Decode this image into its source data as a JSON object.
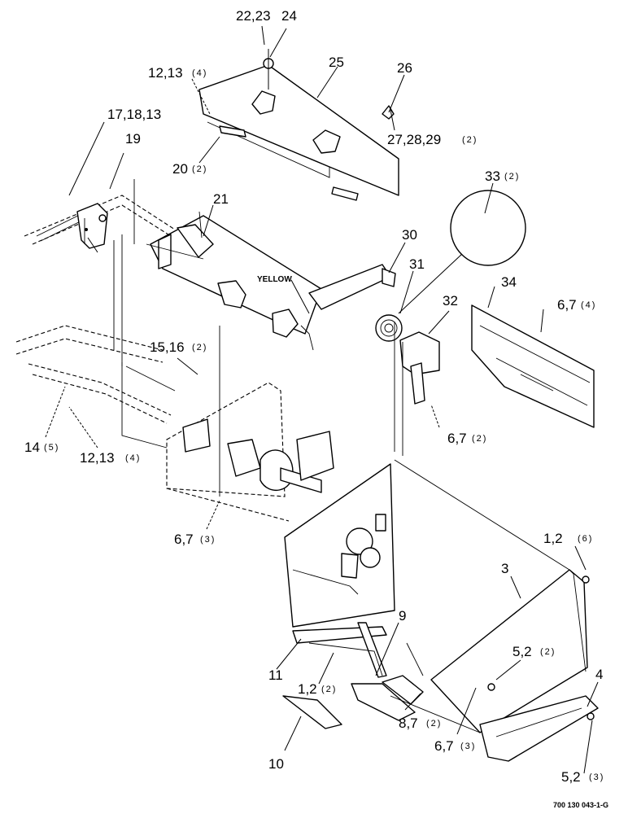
{
  "diagram": {
    "drawing_code": "700 130 043-1-G",
    "color_note": "YELLOW",
    "callouts": [
      {
        "id": "c1",
        "label": "22,23",
        "qty": ""
      },
      {
        "id": "c2",
        "label": "24",
        "qty": ""
      },
      {
        "id": "c3",
        "label": "12,13",
        "qty": "(4)"
      },
      {
        "id": "c4",
        "label": "25",
        "qty": ""
      },
      {
        "id": "c5",
        "label": "26",
        "qty": ""
      },
      {
        "id": "c6",
        "label": "17,18,13",
        "qty": ""
      },
      {
        "id": "c7",
        "label": "19",
        "qty": ""
      },
      {
        "id": "c8",
        "label": "27,28,29",
        "qty": "(2)"
      },
      {
        "id": "c9",
        "label": "20",
        "qty": "(2)"
      },
      {
        "id": "c10",
        "label": "21",
        "qty": ""
      },
      {
        "id": "c11",
        "label": "33",
        "qty": "(2)"
      },
      {
        "id": "c12",
        "label": "30",
        "qty": ""
      },
      {
        "id": "c13",
        "label": "31",
        "qty": ""
      },
      {
        "id": "c14",
        "label": "34",
        "qty": ""
      },
      {
        "id": "c15",
        "label": "32",
        "qty": ""
      },
      {
        "id": "c16",
        "label": "6,7",
        "qty": "(4)"
      },
      {
        "id": "c17",
        "label": "15,16",
        "qty": "(2)"
      },
      {
        "id": "c18",
        "label": "6,7",
        "qty": "(2)"
      },
      {
        "id": "c19",
        "label": "14",
        "qty": "(5)"
      },
      {
        "id": "c20",
        "label": "12,13",
        "qty": "(4)"
      },
      {
        "id": "c21",
        "label": "6,7",
        "qty": "(3)"
      },
      {
        "id": "c22",
        "label": "1,2",
        "qty": "(6)"
      },
      {
        "id": "c23",
        "label": "3",
        "qty": ""
      },
      {
        "id": "c24",
        "label": "9",
        "qty": ""
      },
      {
        "id": "c25",
        "label": "11",
        "qty": ""
      },
      {
        "id": "c26",
        "label": "5,2",
        "qty": "(2)"
      },
      {
        "id": "c27",
        "label": "4",
        "qty": ""
      },
      {
        "id": "c28",
        "label": "1,2",
        "qty": "(2)"
      },
      {
        "id": "c29",
        "label": "8,7",
        "qty": "(2)"
      },
      {
        "id": "c30",
        "label": "6,7",
        "qty": "(3)"
      },
      {
        "id": "c31",
        "label": "10",
        "qty": ""
      },
      {
        "id": "c32",
        "label": "5,2",
        "qty": "(3)"
      }
    ]
  }
}
